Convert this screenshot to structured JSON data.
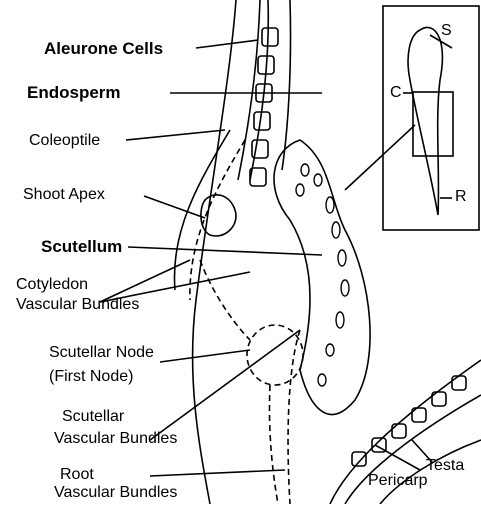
{
  "labels": {
    "aleurone_cells": "Aleurone Cells",
    "endosperm": "Endosperm",
    "coleoptile": "Coleoptile",
    "shoot_apex": "Shoot Apex",
    "scutellum": "Scutellum",
    "cotyledon_line1": "Cotyledon",
    "cotyledon_line2": "Vascular Bundles",
    "scutellar_node_line1": "Scutellar Node",
    "scutellar_node_line2": "(First Node)",
    "scutellar_vb_line1": "Scutellar",
    "scutellar_vb_line2": "Vascular Bundles",
    "root_vb_line1": "Root",
    "root_vb_line2": "Vascular Bundles",
    "pericarp": "Pericarp",
    "testa": "Testa"
  },
  "inset": {
    "s": "S",
    "c": "C",
    "r": "R"
  },
  "colors": {
    "line": "#000000",
    "background": "#ffffff"
  }
}
